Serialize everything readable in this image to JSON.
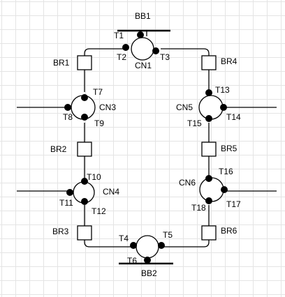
{
  "diagram": {
    "busbars": [
      "BB1",
      "BB2"
    ],
    "breakers": [
      "BR1",
      "BR2",
      "BR3",
      "BR4",
      "BR5",
      "BR6"
    ],
    "nodes": [
      "CN1",
      "CN3",
      "CN4",
      "CN5",
      "CN6"
    ],
    "terminals": [
      "T1",
      "T2",
      "T3",
      "T4",
      "T5",
      "T6",
      "T7",
      "T8",
      "T9",
      "T10",
      "T11",
      "T12",
      "T13",
      "T14",
      "T15",
      "T16",
      "T17",
      "T18"
    ]
  },
  "colors": {
    "line": "#000000",
    "grid": "#e4e4e4",
    "background": "#ffffff"
  }
}
